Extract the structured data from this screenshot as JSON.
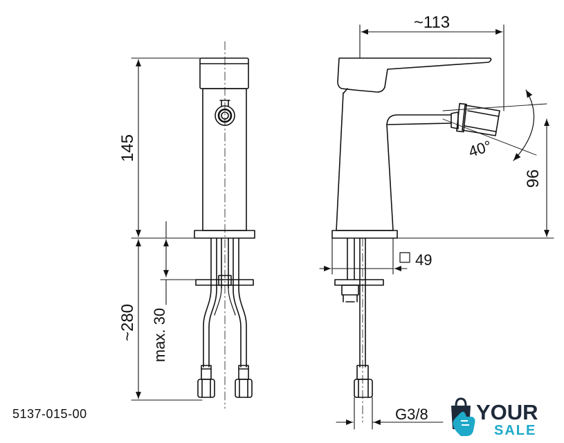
{
  "dimensions": {
    "height_body": "145",
    "depth": "~113",
    "angle": "40°",
    "outlet_height": "96",
    "base_square": "49",
    "hose_length": "~280",
    "max_thickness": "max. 30",
    "thread": "G3/8"
  },
  "product_code": "5137-015-00",
  "brand": {
    "word_top": "YOUR",
    "word_bottom": "SALE",
    "colors": {
      "dark": "#1e2a3a",
      "accent": "#1ea9c9"
    }
  }
}
